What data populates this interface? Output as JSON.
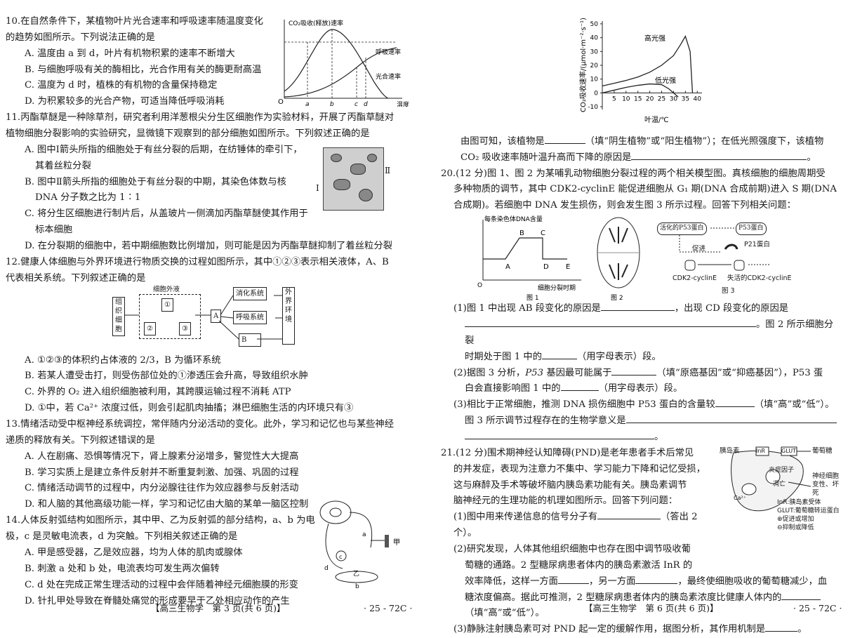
{
  "left": {
    "q10": {
      "stem1": "10.在自然条件下，某植物叶片光合速率和呼吸速率随温度变化",
      "stem2": "的趋势如图所示。下列说法正确的是",
      "A": "A. 温度由 a 到 d，叶片有机物积累的速率不断增大",
      "B": "B. 与细胞呼吸有关的酶相比，光合作用有关的酶更耐高温",
      "C": "C. 温度为 d 时，植株的有机物的含量保持稳定",
      "D": "D. 为积累较多的光合产物，可适当降低呼吸消耗",
      "fig": {
        "ylabel": "CO₂吸收(释放)速率",
        "xlabel": "温度",
        "origin": "O",
        "ticks": [
          "a",
          "b",
          "c",
          "d"
        ],
        "series": [
          "呼吸速率",
          "光合速率"
        ]
      }
    },
    "q11": {
      "stem1": "11.丙酯草醚是一种除草剂，研究者利用洋葱根尖分生区细胞作为实验材料，开展了丙酯草醚对",
      "stem2": "植物细胞分裂影响的实验研究，显微镜下观察到的部分细胞如图所示。下列叙述正确的是",
      "A1": "A. 图中Ⅰ箭头所指的细胞处于有丝分裂的后期，在纺锤体的牵引下，",
      "A2": "其着丝粒分裂",
      "B1": "B. 图中Ⅱ箭头所指的细胞处于有丝分裂的中期，其染色体数与核",
      "B2": "DNA 分子数之比为 1∶1",
      "C1": "C. 将分生区细胞进行制片后，从盖玻片一侧滴加丙酯草醚使其作用于",
      "C2": "标本细胞",
      "D": "D. 在分裂期的细胞中，若中期细胞数比例增加，则可能是因为丙酯草醚抑制了着丝粒分裂",
      "fig": {
        "arrow1": "Ⅰ",
        "arrow2": "Ⅱ"
      }
    },
    "q12": {
      "stem1": "12.健康人体细胞与外界环境进行物质交换的过程如图所示，其中①②③表示相关液体，A、B",
      "stem2": "代表相关系统。下列叙述正确的是",
      "fig": {
        "cells": "组织细胞",
        "ecf": "细胞外液",
        "n1": "①",
        "n2": "②",
        "n3": "③",
        "A": "A",
        "B": "B",
        "digest": "消化系统",
        "resp": "呼吸系统",
        "env": "外界环境"
      },
      "A": "A. ①②③的体积约占体液的 2/3，B 为循环系统",
      "B": "B. 若某人遭受击打，则受伤部位处的①渗透压会升高，导致组织水肿",
      "C": "C. 外界的 O₂ 进入组织细胞被利用，其跨膜运输过程不消耗 ATP",
      "D": "D. ①中，若 Ca²⁺ 浓度过低，则会引起肌肉抽搐；淋巴细胞生活的内环境只有③"
    },
    "q13": {
      "stem1": "13.情绪活动受中枢神经系统调控，常伴随内分泌活动的变化。此外，学习和记忆也与某些神经",
      "stem2": "递质的释放有关。下列叙述错误的是",
      "A": "A. 人在剧痛、恐惧等情况下，肾上腺素分泌增多，警觉性大大提高",
      "B": "B. 学习实质上是建立条件反射并不断重复刺激、加强、巩固的过程",
      "C": "C. 情绪活动调节的过程中，内分泌腺往往作为效应器参与反射活动",
      "D": "D. 和人脑的其他高级功能一样，学习和记忆由大脑的某单一脑区控制"
    },
    "q14": {
      "stem1": "14.人体反射弧结构如图所示，其中甲、乙为反射弧的部分结构，a、b 为电",
      "stem2": "极，c 是灵敏电流表，d 为突触。下列相关叙述正确的是",
      "A": "A. 甲是感受器，乙是效应器，均为人体的肌肉或腺体",
      "B": "B. 刺激 a 处和 b 处，电流表均可发生两次偏转",
      "C": "C. d 处在完成正常生理活动的过程中会伴随着神经元细胞膜的形变",
      "D": "D. 针扎甲处导致在脊髓处痛觉的形成要早于乙处相应动作的产生",
      "fig": {
        "jia": "甲",
        "yi": "乙",
        "a": "a",
        "b": "b",
        "c": "c",
        "d": "d"
      }
    },
    "footer_left": "【高三生物学　第 3 页(共 6 页)】",
    "footer_right": "· 25 - 72C ·"
  },
  "right": {
    "chart_data": {
      "type": "line",
      "xlabel": "叶温/℃",
      "ylabel": "CO₂吸收速率/(μmol·m⁻²·s⁻¹)",
      "x_ticks": [
        5,
        10,
        15,
        20,
        25,
        30,
        35,
        40
      ],
      "y_ticks": [
        -10,
        0,
        10,
        20,
        30,
        40,
        50
      ],
      "xlim": [
        0,
        42
      ],
      "ylim": [
        -12,
        52
      ],
      "series": [
        {
          "name": "高光强",
          "x": [
            0,
            5,
            10,
            15,
            20,
            25,
            30,
            33,
            35,
            37,
            38
          ],
          "y": [
            5,
            7,
            9,
            11.5,
            15,
            20,
            27,
            35,
            41,
            30,
            0
          ]
        },
        {
          "name": "低光强",
          "x": [
            0,
            5,
            10,
            15,
            20,
            25,
            28,
            30,
            32
          ],
          "y": [
            0,
            2,
            4,
            5.5,
            6.5,
            6,
            3,
            0,
            -3
          ]
        }
      ]
    },
    "q19": {
      "line1a": "由图可知，该植物是",
      "line1b": "（填“阴生植物”或“阳生植物”）；在低光照强度下，该植物",
      "line2a": "CO₂ 吸收速率随叶温升高而下降的原因是",
      "line2b": "。"
    },
    "q20": {
      "stem1": "20.(12 分)图 1、图 2 为某哺乳动物细胞分裂过程的两个相关模型图。真核细胞的细胞周期受",
      "stem2": "多种物质的调节，其中 CDK2-cyclinE 能促进细胞从 G₁ 期(DNA 合成前期)进入 S 期(DNA",
      "stem3": "合成期)。若细胞中 DNA 发生损伤，则会发生图 3 所示过程。回答下列相关问题：",
      "fig1": {
        "ylabel": "每条染色体DNA含量",
        "xlabel": "细胞分裂时期",
        "origin": "O",
        "A": "A",
        "B": "B",
        "C": "C",
        "D": "D",
        "E": "E",
        "caption": "图 1"
      },
      "fig2": {
        "caption": "图 2"
      },
      "fig3": {
        "p53a": "活化的P53蛋白",
        "p53": "P53蛋白",
        "promote": "促进",
        "p21": "P21蛋白",
        "cdk": "CDK2-cyclinE",
        "cdk_off": "失活的CDK2-cyclinE",
        "caption": "图 3"
      },
      "s1a": "(1)图 1 中出现 AB 段变化的原因是",
      "s1b": "，出现 CD 段变化的原因是",
      "s1c": "。图 2 所示细胞分裂",
      "s1d": "时期处于图 1 中的",
      "s1e": "（用字母表示）段。",
      "s2a": "(2)据图 3 分析，",
      "s2p53": "P53",
      "s2b": " 基因最可能属于",
      "s2c": "（填“原癌基因”或“抑癌基因”），P53 蛋",
      "s2d": "白会直接影响图 1 中的",
      "s2e": "（用字母表示）段。",
      "s3a": "(3)相比于正常细胞，推测 DNA 损伤细胞中 P53 蛋白的含量较",
      "s3b": "（填“高”或“低”）。",
      "s3c": "图 3 所示调节过程存在的生物学意义是",
      "s3d": "。"
    },
    "q21": {
      "stem1": "21.(12 分)围术期神经认知障碍(PND)是老年患者手术后常见",
      "stem2": "的并发症，表现为注意力不集中、学习能力下降和记忆受损，",
      "stem3": "这与麻醉及手术等破坏脑内胰岛素功能有关。胰岛素调节",
      "stem4": "脑神经元的生理功能的机理如图所示。回答下列问题：",
      "s1a": "(1)图中用来传递信息的信号分子有",
      "s1b": "（答出 2 个）。",
      "s2a": "(2)研究发现，人体其他组织细胞中也存在图中调节吸收葡",
      "s2b": "萄糖的通路。2 型糖尿病患者体内的胰岛素激活 InR 的",
      "s2c": "效率降低，这样一方面",
      "s2d": "，另一方面",
      "s2e": "，最终使细胞吸收的葡萄糖减少，血",
      "s2f": "糖浓度偏高。据此可推测，2 型糖尿病患者体内的胰岛素浓度比健康人体内的",
      "s2g": "（填“高”或“低”）。",
      "s3a": "(3)静脉注射胰岛素可对 PND 起一定的缓解作用，据图分析，其作用机制是",
      "s3b": "。",
      "fig": {
        "insulin": "胰岛素",
        "inr": "InR",
        "glut": "GLUT",
        "glucose": "葡萄糖",
        "inflam": "炎症因子",
        "apop": "凋亡",
        "neuro": "神经细胞变性、坏死",
        "ca": "Ca²⁺",
        "leg1": "InR:胰岛素受体",
        "leg2": "GLUT:葡萄糖转运蛋白",
        "leg3": "促进或增加",
        "leg4": "抑制或降低"
      }
    },
    "footer_left": "【高三生物学　第 6 页(共 6 页)】",
    "footer_right": "· 25 - 72C ·"
  }
}
